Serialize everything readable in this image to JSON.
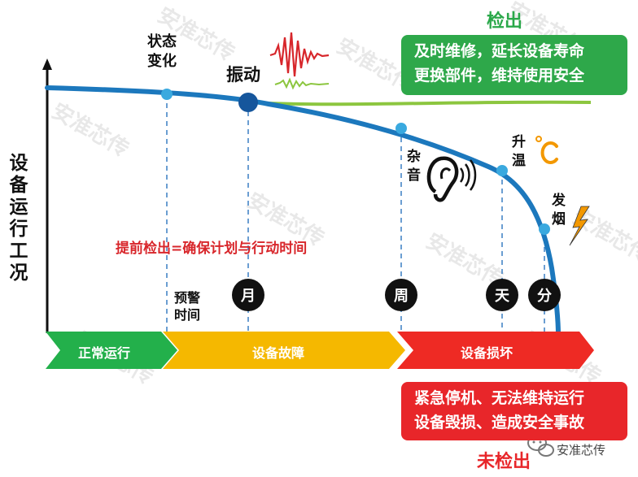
{
  "watermark": "安准芯传",
  "y_axis_label": "设备运行工况",
  "labels": {
    "state_change": [
      "状态",
      "变化"
    ],
    "vibration": "振动",
    "noise": [
      "杂",
      "音"
    ],
    "temperature": [
      "升",
      "温"
    ],
    "smoke": [
      "发",
      "烟"
    ],
    "early_detect": "提前检出=确保计划与行动时间",
    "warning_time": [
      "预警",
      "时间"
    ],
    "detected": "检出",
    "not_detected": "未检出"
  },
  "time_markers": [
    "月",
    "周",
    "天",
    "分"
  ],
  "bands": [
    {
      "label": "正常运行",
      "color": "#23b04b"
    },
    {
      "label": "设备故障",
      "color": "#f5b800"
    },
    {
      "label": "设备损坏",
      "color": "#ee2a24"
    }
  ],
  "detected_box": {
    "lines": [
      "及时维修，延长设备寿命",
      "更换部件，维持使用安全"
    ],
    "color": "#2ea84a"
  },
  "not_detected_box": {
    "lines": [
      "紧急停机、无法维持运行",
      "设备毁损、造成安全事故"
    ],
    "color": "#e8262a"
  },
  "colors": {
    "curve": "#1c78bd",
    "green_line": "#8cc63f",
    "point": "#3aa9df",
    "big_point": "#16569c",
    "detected_title": "#2aa84a",
    "not_detected_title": "#e8262a",
    "early_detect_text": "#d8262b",
    "temp_icon": "#f39800",
    "smoke_icon": "#f39800"
  },
  "icons": [
    "vibration-wave-icon",
    "ear-sound-icon",
    "celsius-icon",
    "lightning-icon",
    "wechat-icon"
  ],
  "footer": "安准芯传"
}
